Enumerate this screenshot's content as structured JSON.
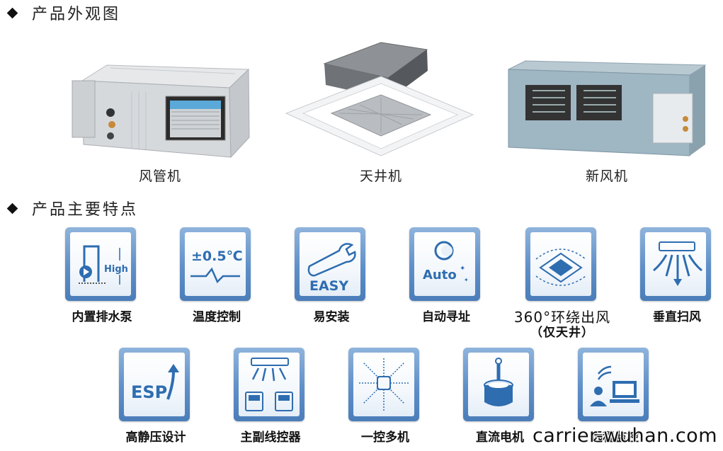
{
  "sections": {
    "appearance_title": "产品外观图",
    "features_title": "产品主要特点"
  },
  "products": [
    {
      "name": "风管机"
    },
    {
      "name": "天井机"
    },
    {
      "name": "新风机"
    }
  ],
  "features": [
    {
      "label": "内置排水泵",
      "icon": "drain-pump-icon",
      "icon_text": "High"
    },
    {
      "label": "温度控制",
      "icon": "temperature-control-icon",
      "icon_text": "±0.5℃"
    },
    {
      "label": "易安装",
      "icon": "wrench-icon",
      "icon_text": "EASY"
    },
    {
      "label": "自动寻址",
      "icon": "auto-addressing-icon",
      "icon_text": "Auto"
    },
    {
      "label": "360°环绕出风",
      "sublabel": "（仅天井）",
      "icon": "cassette-airflow-icon"
    },
    {
      "label": "垂直扫风",
      "icon": "vertical-swing-icon"
    },
    {
      "label": "高静压设计",
      "icon": "esp-icon",
      "icon_text": "ESP"
    },
    {
      "label": "主副线控器",
      "icon": "dual-controller-icon"
    },
    {
      "label": "一控多机",
      "icon": "one-to-many-icon"
    },
    {
      "label": "直流电机",
      "icon": "dc-motor-icon"
    },
    {
      "label": "远程监控",
      "icon": "remote-monitor-icon"
    }
  ],
  "watermark": "carrier-wuhan.com",
  "colors": {
    "frame": "#5f8fc8",
    "icon": "#2e6db0",
    "ink": "#1a1a1a"
  }
}
